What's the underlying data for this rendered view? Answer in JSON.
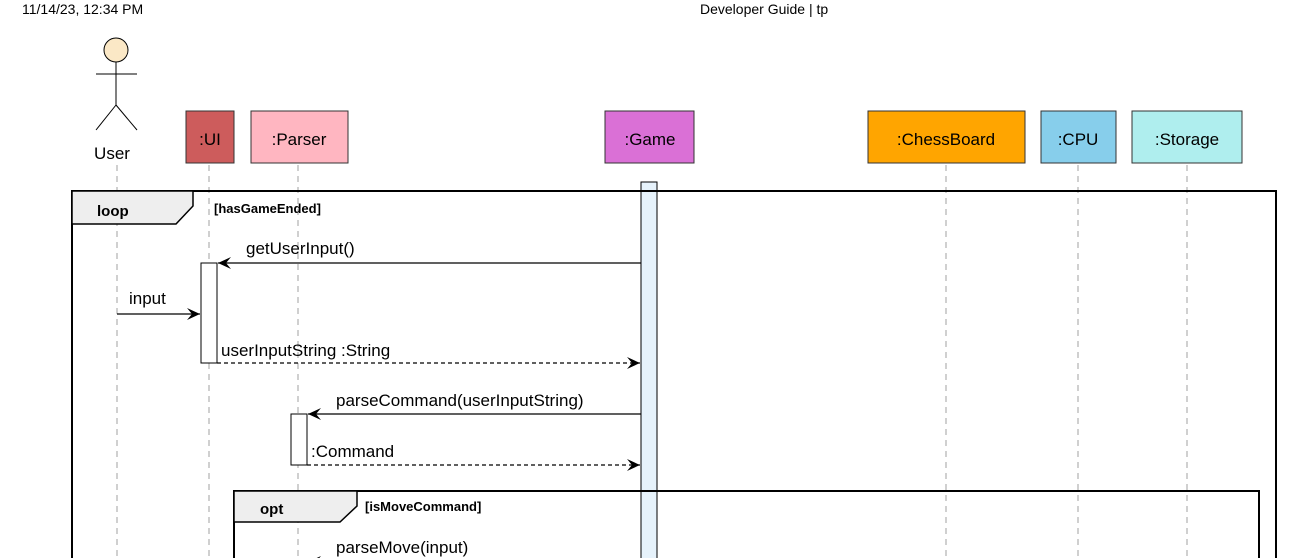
{
  "header": {
    "datetime": "11/14/23, 12:34 PM",
    "title": "Developer Guide | tp"
  },
  "actor": {
    "label": "User"
  },
  "participants": [
    {
      "id": "ui",
      "label": ":UI",
      "color": "#cd5c5c"
    },
    {
      "id": "parser",
      "label": ":Parser",
      "color": "#ffb6c1"
    },
    {
      "id": "game",
      "label": ":Game",
      "color": "#da70d6"
    },
    {
      "id": "chessboard",
      "label": ":ChessBoard",
      "color": "#ffa500"
    },
    {
      "id": "cpu",
      "label": ":CPU",
      "color": "#87ceeb"
    },
    {
      "id": "storage",
      "label": ":Storage",
      "color": "#afeeee"
    }
  ],
  "frames": [
    {
      "keyword": "loop",
      "guard": "[hasGameEnded]"
    },
    {
      "keyword": "opt",
      "guard": "[isMoveCommand]"
    }
  ],
  "messages": [
    {
      "label": "getUserInput()",
      "style": "sync"
    },
    {
      "label": "input",
      "style": "sync"
    },
    {
      "label": "userInputString :String",
      "style": "return"
    },
    {
      "label": "parseCommand(userInputString)",
      "style": "sync"
    },
    {
      "label": ":Command",
      "style": "return"
    },
    {
      "label": "parseMove(input)",
      "style": "sync"
    }
  ],
  "colors": {
    "actor_head": "#fbe8c6",
    "activation_game": "#e6f2fb",
    "frame_tab": "#eeeeee",
    "lifeline": "#a0a0a0"
  }
}
